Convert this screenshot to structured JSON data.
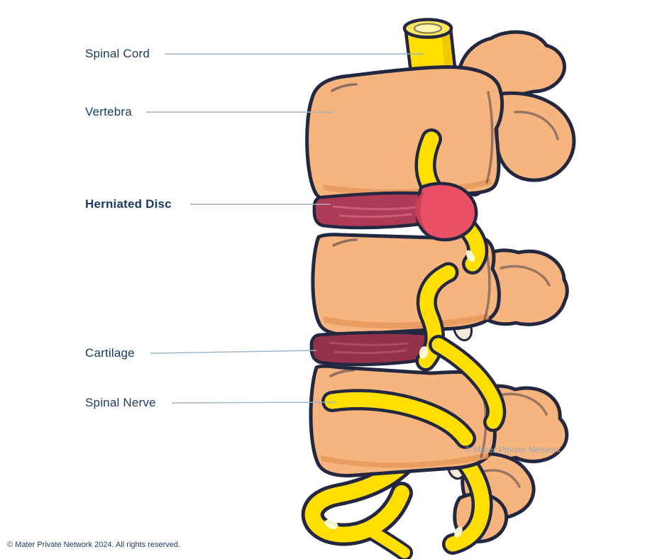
{
  "labels": {
    "spinal_cord": "Spinal Cord",
    "vertebra": "Vertebra",
    "herniated_disc": "Herniated Disc",
    "cartilage": "Cartilage",
    "spinal_nerve": "Spinal Nerve"
  },
  "watermark": "© Mater Private Network",
  "footer": "© Mater Private Network 2024. All rights reserved.",
  "colors": {
    "bone": "#F6B57E",
    "bone_shade": "#E8995C",
    "outline": "#232740",
    "nerve_yellow": "#FFDE00",
    "nerve_shade": "#EFC400",
    "nerve_highlight": "#FFF6AE",
    "disc_band": "#AE3A55",
    "herniation_red": "#E95066",
    "cartilage_dark": "#93304A",
    "facet_cream": "#F4EADB",
    "label_text": "#1B3A5F",
    "leader_line": "#9FB3C2",
    "watermark_text": "#98A6AE"
  }
}
